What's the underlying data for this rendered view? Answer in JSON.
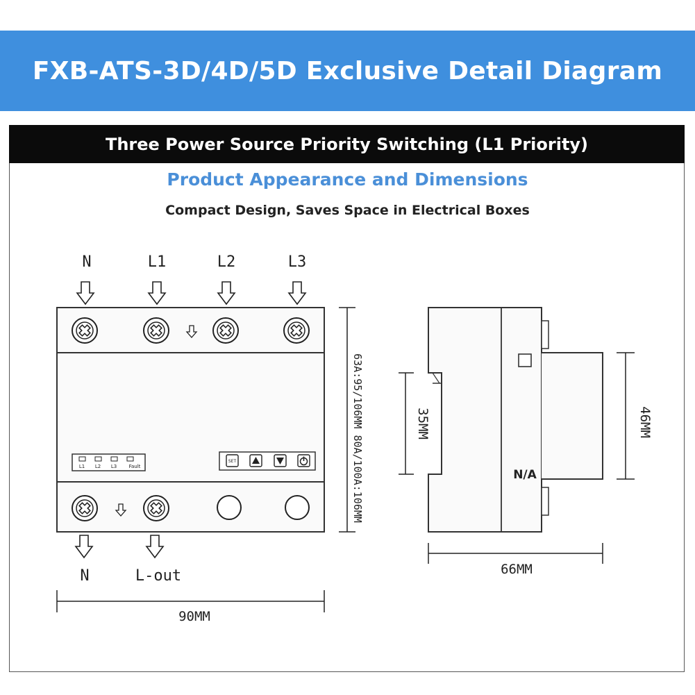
{
  "header": {
    "title": "FXB-ATS-3D/4D/5D Exclusive Detail Diagram",
    "subtitle": "Three Power Source Priority Switching (L1 Priority)"
  },
  "section": {
    "title": "Product Appearance and Dimensions",
    "subtitle": "Compact Design, Saves Space in Electrical Boxes"
  },
  "front_view": {
    "top_terminals": [
      "N",
      "L1",
      "L2",
      "L3"
    ],
    "bottom_terminals": [
      "N",
      "L-out"
    ],
    "indicators": [
      "L1",
      "L2",
      "L3",
      "Fault"
    ],
    "buttons": [
      "SET",
      "up-button",
      "down-button",
      "power-button"
    ],
    "width_label": "90MM",
    "height_label": "63A:95/106MM  80A/100A:106MM"
  },
  "side_view": {
    "rail_label": "35MM",
    "height_label": "46MM",
    "depth_label": "66MM",
    "port_label": "N/A"
  },
  "colors": {
    "banner": "#3f8fde",
    "subbar": "#0b0b0b",
    "accent_text": "#4a8fd8"
  }
}
